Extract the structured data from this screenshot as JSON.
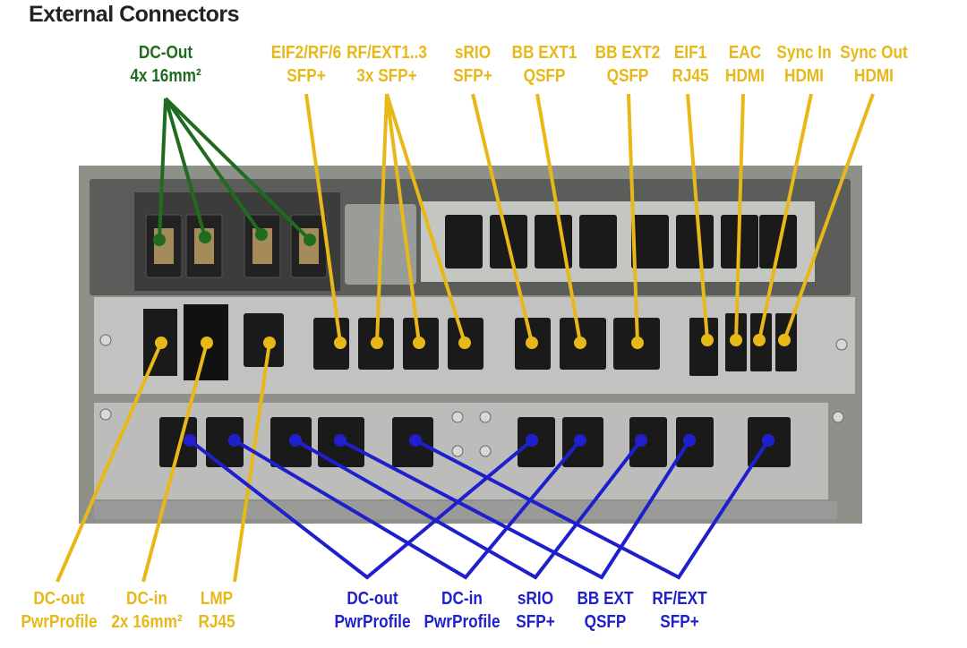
{
  "title": "External Connectors",
  "colors": {
    "green": "#1f6b1f",
    "yellow": "#e8b819",
    "blue": "#1f1fcc",
    "chassis": "#b3b3b3",
    "port": "#1a1a1a"
  },
  "top_labels": {
    "dc_out": [
      "DC-Out",
      "4x 16mm²"
    ],
    "eif2": [
      "EIF2/RF/6",
      "SFP+"
    ],
    "rf_ext": [
      "RF/EXT1..3",
      "3x SFP+"
    ],
    "srio": [
      "sRIO",
      "SFP+"
    ],
    "bb_ext1": [
      "BB EXT1",
      "QSFP"
    ],
    "bb_ext2": [
      "BB EXT2",
      "QSFP"
    ],
    "eif1": [
      "EIF1",
      "RJ45"
    ],
    "eac": [
      "EAC",
      "HDMI"
    ],
    "sync_in": [
      "Sync In",
      "HDMI"
    ],
    "sync_out": [
      "Sync Out",
      "HDMI"
    ]
  },
  "bottom_labels": {
    "dc_out": [
      "DC-out",
      "PwrProfile"
    ],
    "dc_in": [
      "DC-in",
      "2x 16mm²"
    ],
    "lmp": [
      "LMP",
      "RJ45"
    ],
    "dc_out_b": [
      "DC-out",
      "PwrProfile"
    ],
    "dc_in_b": [
      "DC-in",
      "PwrProfile"
    ],
    "srio_b": [
      "sRIO",
      "SFP+"
    ],
    "bb_ext_b": [
      "BB EXT",
      "QSFP"
    ],
    "rf_ext_b": [
      "RF/EXT",
      "SFP+"
    ]
  }
}
